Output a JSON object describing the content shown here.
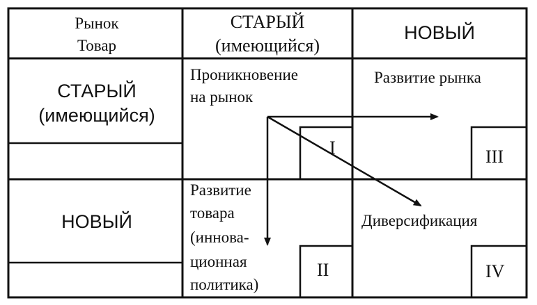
{
  "corner": {
    "market_label": "Рынок",
    "product_label": "Товар"
  },
  "columns": {
    "old_line1": "СТАРЫЙ",
    "old_line2": "(имеющийся)",
    "new": "НОВЫЙ"
  },
  "rows": {
    "old_line1": "СТАРЫЙ",
    "old_line2": "(имеющийся)",
    "new": "НОВЫЙ"
  },
  "quadrants": {
    "q1": {
      "line1": "Проникновение",
      "line2": "на рынок",
      "numeral": "I"
    },
    "q2": {
      "line1": "Развитие",
      "line2": "товара",
      "line3": "(иннова-",
      "line4": "ционная",
      "line5": "политика)",
      "numeral": "II"
    },
    "q3": {
      "line1": "Развитие рынка",
      "numeral": "III"
    },
    "q4": {
      "line1": "Диверсификация",
      "numeral": "IV"
    }
  },
  "colors": {
    "line": "#111111",
    "background": "#ffffff"
  }
}
